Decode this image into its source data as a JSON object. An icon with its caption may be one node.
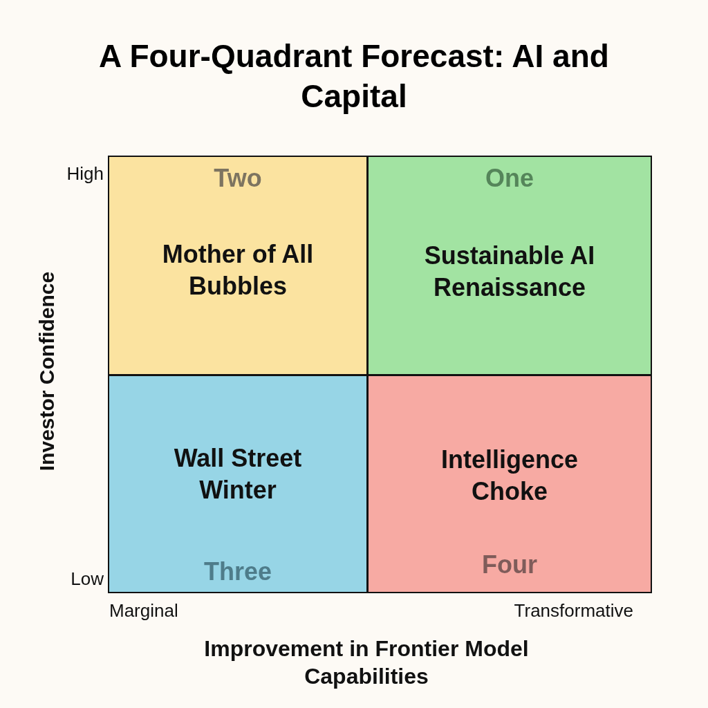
{
  "diagram": {
    "title": "A Four-Quadrant Forecast: AI and Capital",
    "nodes": [
      {
        "text": [
          "Two",
          "Mother of All Bubbles"
        ]
      },
      {
        "text": [
          "One",
          "Sustainable AI Renaissance"
        ]
      },
      {
        "text": [
          "Wall Street Winter",
          "Three"
        ]
      },
      {
        "text": [
          "Intelligence Choke",
          "Four"
        ]
      }
    ],
    "edges": [],
    "labels": [
      "High",
      "Investor Confidence",
      "Low",
      "Marginal",
      "Transformative",
      "Improvement in Frontier Model Capabilities"
    ]
  }
}
